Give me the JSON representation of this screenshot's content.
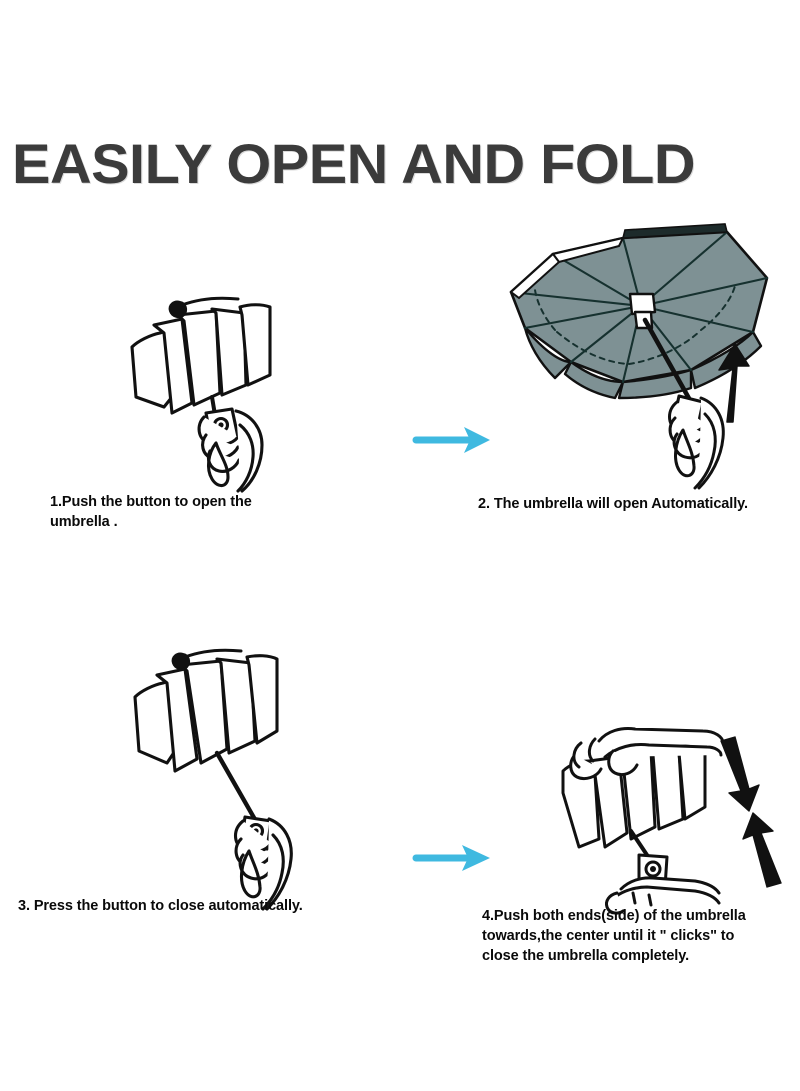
{
  "document": {
    "title": "EASILY OPEN AND FOLD",
    "background_color": "#ffffff",
    "title_color": "#3b3b3b"
  },
  "palette": {
    "canopy_fill": "#7e9194",
    "canopy_fill_light": "#8fa2a4",
    "line_art": "#111111",
    "connector_arrow": "#3fb9e0",
    "motion_arrow": "#111111",
    "caption_text": "#0a0a0a"
  },
  "steps": [
    {
      "number": "1",
      "figure_name": "folded-umbrella-in-hand-illustration",
      "caption_lines": [
        "1.Push the button to open the",
        "umbrella ."
      ]
    },
    {
      "number": "2",
      "figure_name": "open-umbrella-in-hand-illustration",
      "caption_lines": [
        "2. The umbrella will open Automatically."
      ]
    },
    {
      "number": "3",
      "figure_name": "umbrella-closing-in-hand-illustration",
      "caption_lines": [
        "3. Press the button to close automatically."
      ]
    },
    {
      "number": "4",
      "figure_name": "two-hands-compressing-umbrella-illustration",
      "caption_lines": [
        "4.Push both ends(side) of the umbrella",
        "towards,the center until it \" clicks\" to",
        "close the umbrella completely."
      ]
    }
  ],
  "arrows": {
    "connector_1": "right-arrow-icon",
    "connector_2": "right-arrow-icon",
    "motion_up": "up-arrow-icon",
    "motion_down": "down-arrow-icon",
    "motion_up_2": "up-arrow-icon"
  }
}
